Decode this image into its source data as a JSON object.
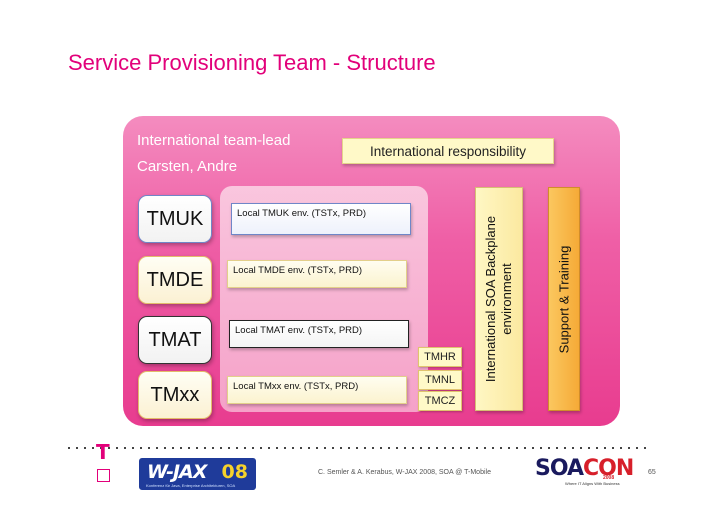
{
  "slide": {
    "title": "Service Provisioning Team - Structure"
  },
  "team": {
    "lead_line1": "International team-lead",
    "lead_line2": "Carsten, Andre",
    "responsibility": "International responsibility"
  },
  "countries": [
    {
      "name": "TMUK",
      "local_env": "Local TMUK env. (TSTx, PRD)"
    },
    {
      "name": "TMDE",
      "local_env": "Local TMDE env. (TSTx, PRD)"
    },
    {
      "name": "TMAT",
      "local_env": "Local TMAT env. (TSTx, PRD)"
    },
    {
      "name": "TMxx",
      "local_env": "Local TMxx env. (TSTx, PRD)"
    }
  ],
  "tags": [
    "TMHR",
    "TMNL",
    "TMCZ"
  ],
  "vertical_bars": {
    "soa_line1": "International SOA Backplane",
    "soa_line2": "environment",
    "support": "Support & Training"
  },
  "footer": {
    "brand_mark": "T",
    "wjax_logo": "W-JAX",
    "wjax_year": "08",
    "wjax_tagline": "Konferenz für Java, Enterprise Architekturen, SOA",
    "credit": "C. Semler & A. Kerabus, W-JAX 2008, SOA @ T-Mobile",
    "soacon_logo_a": "SOA",
    "soacon_logo_b": "CON",
    "soacon_year": "2008",
    "soacon_tagline": "Where IT Aligns With Business",
    "page_number": "65"
  },
  "colors": {
    "brand_magenta": "#e2007a",
    "panel_pink": "#ef5fa6",
    "note_yellow": "#fff9c8",
    "support_orange": "#f5aa37",
    "accent_blue": "#6f86c8"
  }
}
